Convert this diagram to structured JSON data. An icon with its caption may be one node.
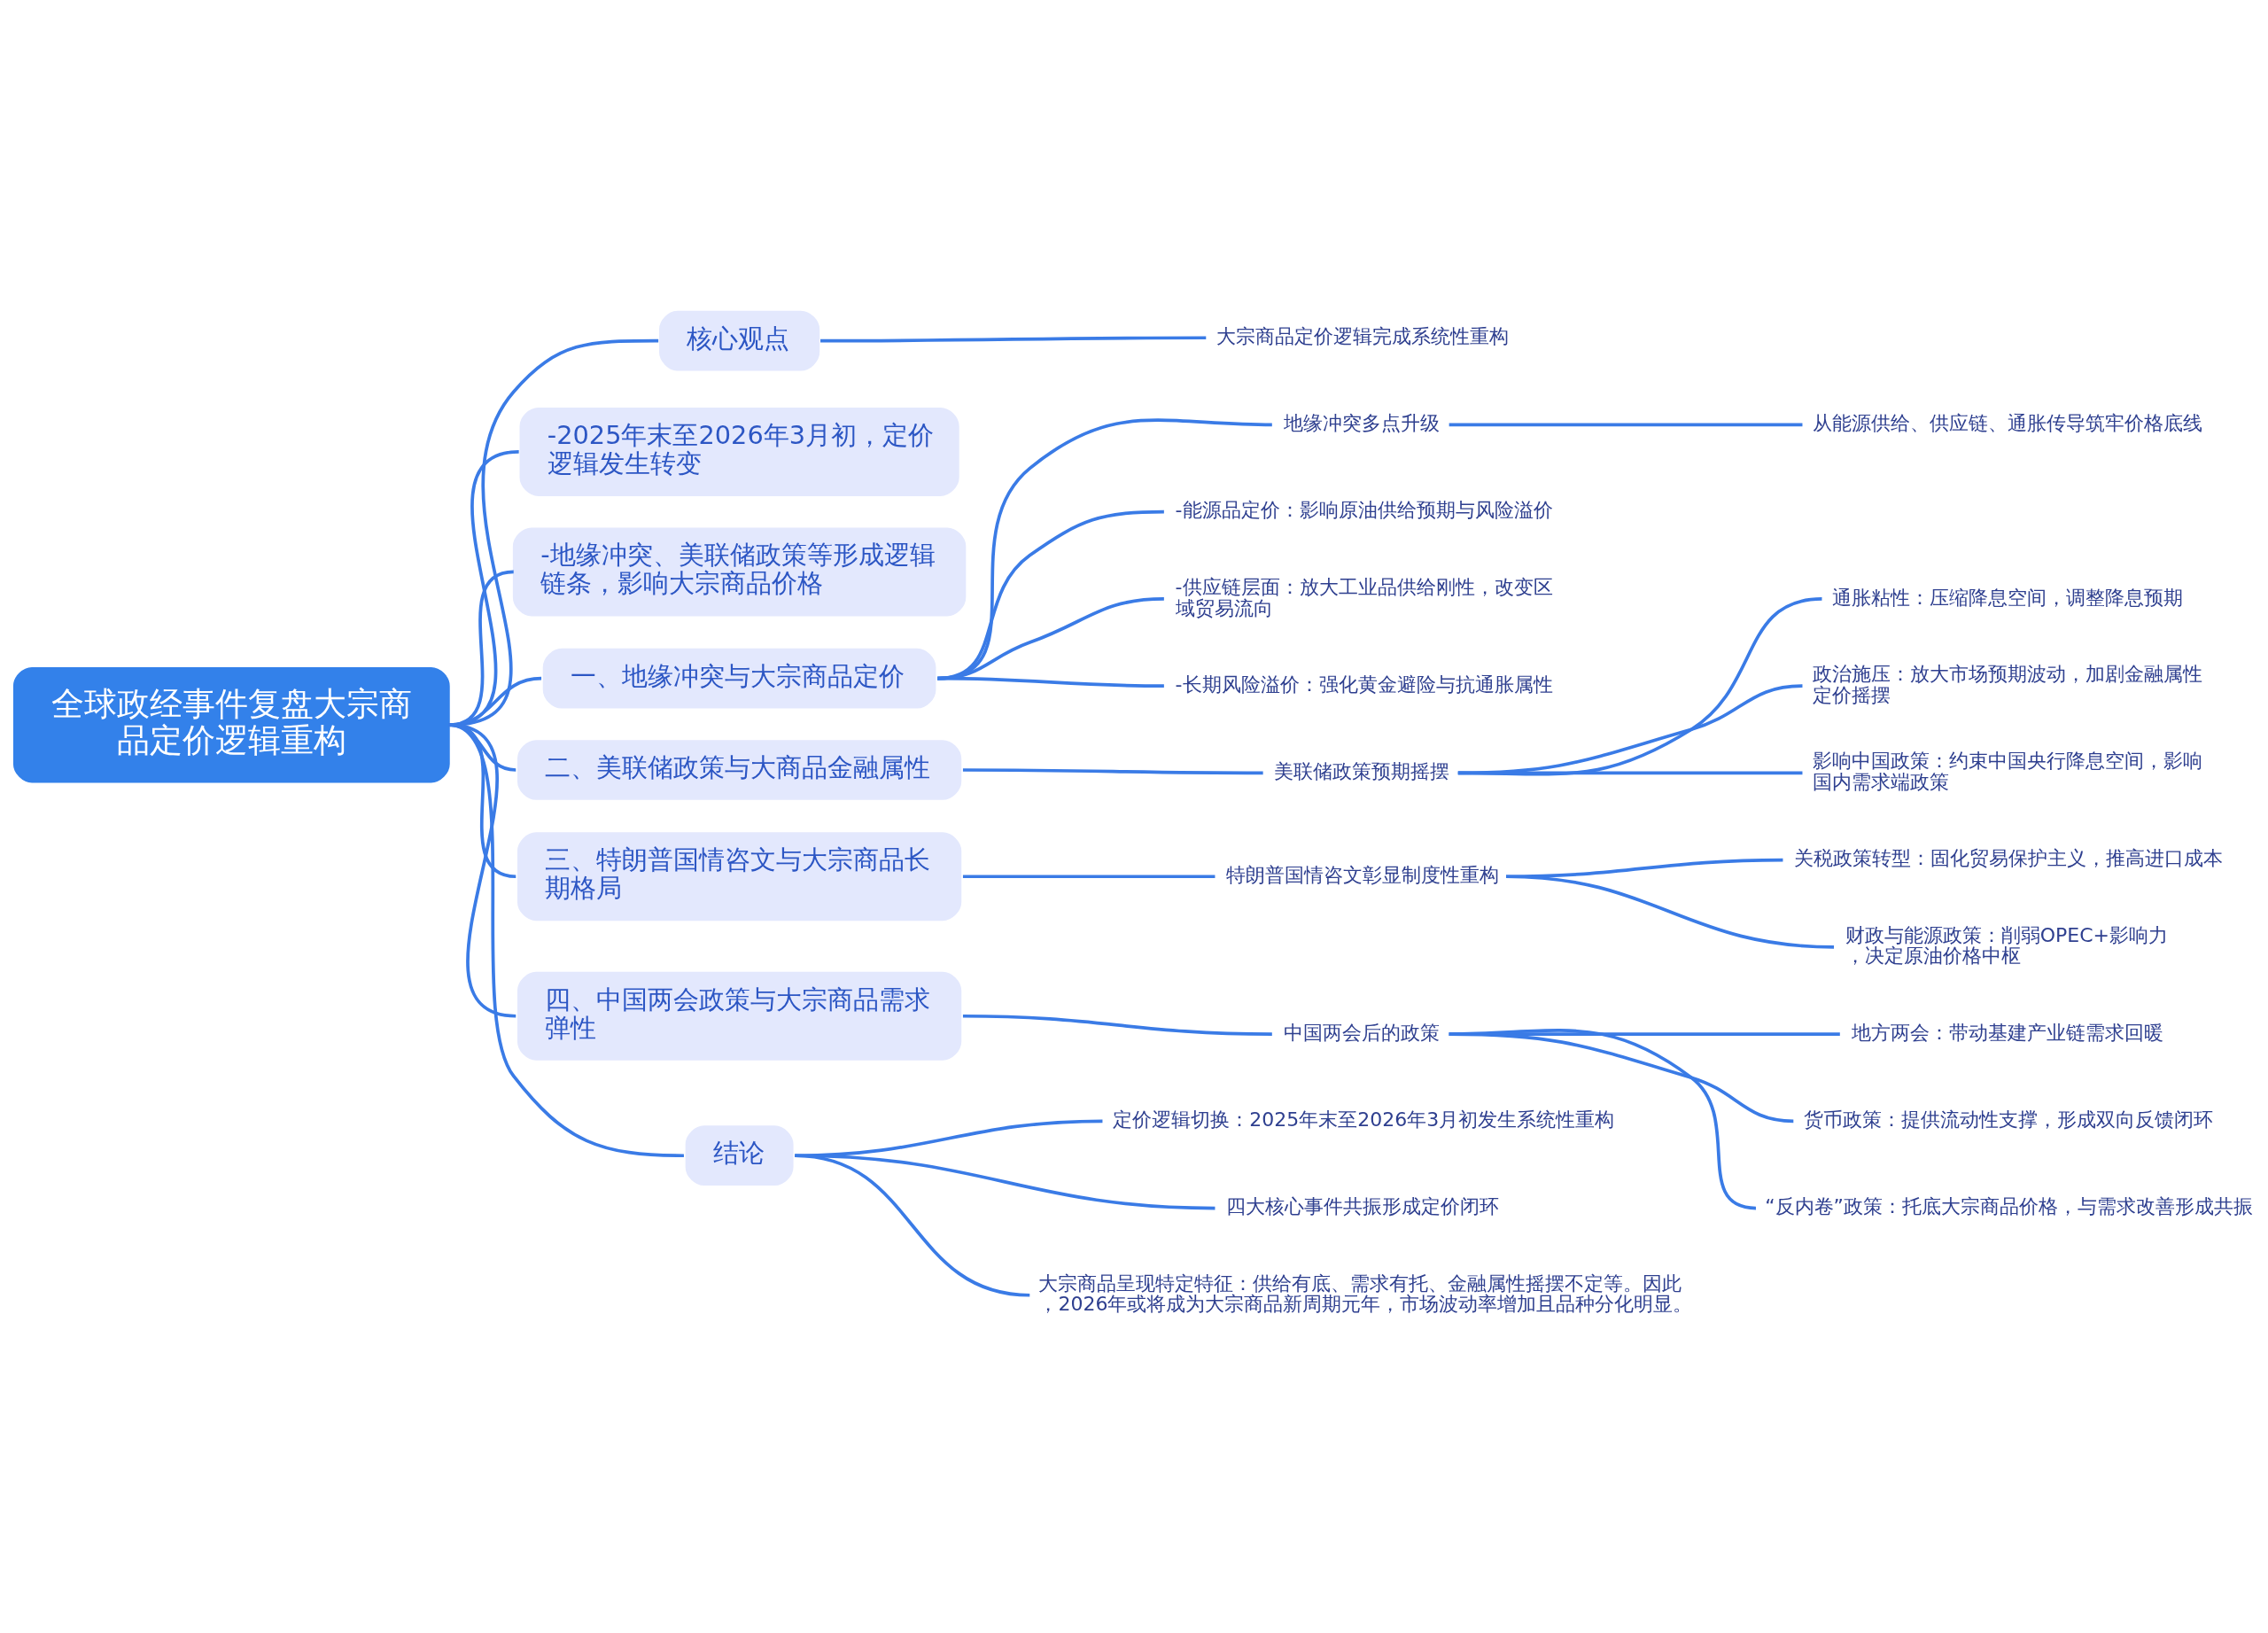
{
  "diagram": {
    "nodes": [
      {
        "text": [
          "全球政经事件复盘大宗商品定价逻辑重构"
        ]
      },
      {
        "text": [
          "核心观点"
        ]
      },
      {
        "text": [
          "大宗商品定价逻辑完成系统性重构"
        ]
      },
      {
        "text": [
          "-2025年末至2026年3月初，定价逻辑发生转变"
        ]
      },
      {
        "text": [
          "-地缘冲突、美联储政策等形成逻辑链条，影响大宗商品价格"
        ]
      },
      {
        "text": [
          "一、地缘冲突与大宗商品定价"
        ]
      },
      {
        "text": [
          "地缘冲突多点升级"
        ]
      },
      {
        "text": [
          "从能源供给、供应链、通胀传导筑牢价格底线"
        ]
      },
      {
        "text": [
          "-能源品定价：影响原油供给预期与风险溢价"
        ]
      },
      {
        "text": [
          "-供应链层面：放大工业品供给刚性，改变区域贸易流向"
        ]
      },
      {
        "text": [
          "-长期风险溢价：强化黄金避险与抗通胀属性"
        ]
      },
      {
        "text": [
          "二、美联储政策与大商品金融属性"
        ]
      },
      {
        "text": [
          "美联储政策预期摇摆"
        ]
      },
      {
        "text": [
          "通胀粘性：压缩降息空间，调整降息预期"
        ]
      },
      {
        "text": [
          "政治施压：放大市场预期波动，加剧金融属性定价摇摆"
        ]
      },
      {
        "text": [
          "影响中国政策：约束中国央行降息空间，影响国内需求端政策"
        ]
      },
      {
        "text": [
          "三、特朗普国情咨文与大宗商品长期格局"
        ]
      },
      {
        "text": [
          "特朗普国情咨文彰显制度性重构"
        ]
      },
      {
        "text": [
          "关税政策转型：固化贸易保护主义，推高进口成本"
        ]
      },
      {
        "text": [
          "财政与能源政策：削弱OPEC+影响力，决定原油价格中枢"
        ]
      },
      {
        "text": [
          "四、中国两会政策与大宗商品需求弹性"
        ]
      },
      {
        "text": [
          "中国两会后的政策"
        ]
      },
      {
        "text": [
          "地方两会：带动基建产业链需求回暖"
        ]
      },
      {
        "text": [
          "货币政策：提供流动性支撑，形成双向反馈闭环"
        ]
      },
      {
        "text": [
          "“反内卷”政策：托底大宗商品价格，与需求改善形成共振"
        ]
      },
      {
        "text": [
          "结论"
        ]
      },
      {
        "text": [
          "定价逻辑切换：2025年末至2026年3月初发生系统性重构"
        ]
      },
      {
        "text": [
          "四大核心事件共振形成定价闭环"
        ]
      },
      {
        "text": [
          "大宗商品呈现特定特征：供给有底、需求有托、金融属性摇摆不定等。因此，2026年或将成为大宗商品新周期元年，市场波动率增加且品种分化明显。"
        ]
      }
    ],
    "edges": [
      {
        "from": 0,
        "to": 1,
        "arrow": "none"
      },
      {
        "from": 1,
        "to": 2,
        "arrow": "none"
      },
      {
        "from": 0,
        "to": 3,
        "arrow": "none"
      },
      {
        "from": 0,
        "to": 4,
        "arrow": "none"
      },
      {
        "from": 0,
        "to": 5,
        "arrow": "none"
      },
      {
        "from": 5,
        "to": 6,
        "arrow": "none"
      },
      {
        "from": 6,
        "to": 7,
        "arrow": "none"
      },
      {
        "from": 5,
        "to": 8,
        "arrow": "none"
      },
      {
        "from": 5,
        "to": 9,
        "arrow": "none"
      },
      {
        "from": 5,
        "to": 10,
        "arrow": "none"
      },
      {
        "from": 0,
        "to": 11,
        "arrow": "none"
      },
      {
        "from": 11,
        "to": 12,
        "arrow": "none"
      },
      {
        "from": 12,
        "to": 13,
        "arrow": "none"
      },
      {
        "from": 12,
        "to": 14,
        "arrow": "none"
      },
      {
        "from": 12,
        "to": 15,
        "arrow": "none"
      },
      {
        "from": 0,
        "to": 16,
        "arrow": "none"
      },
      {
        "from": 16,
        "to": 17,
        "arrow": "none"
      },
      {
        "from": 17,
        "to": 18,
        "arrow": "none"
      },
      {
        "from": 17,
        "to": 19,
        "arrow": "none"
      },
      {
        "from": 0,
        "to": 20,
        "arrow": "none"
      },
      {
        "from": 20,
        "to": 21,
        "arrow": "none"
      },
      {
        "from": 21,
        "to": 22,
        "arrow": "none"
      },
      {
        "from": 21,
        "to": 23,
        "arrow": "none"
      },
      {
        "from": 21,
        "to": 24,
        "arrow": "none"
      },
      {
        "from": 0,
        "to": 25,
        "arrow": "none"
      },
      {
        "from": 25,
        "to": 26,
        "arrow": "none"
      },
      {
        "from": 25,
        "to": 27,
        "arrow": "none"
      },
      {
        "from": 25,
        "to": 28,
        "arrow": "none"
      }
    ]
  }
}
